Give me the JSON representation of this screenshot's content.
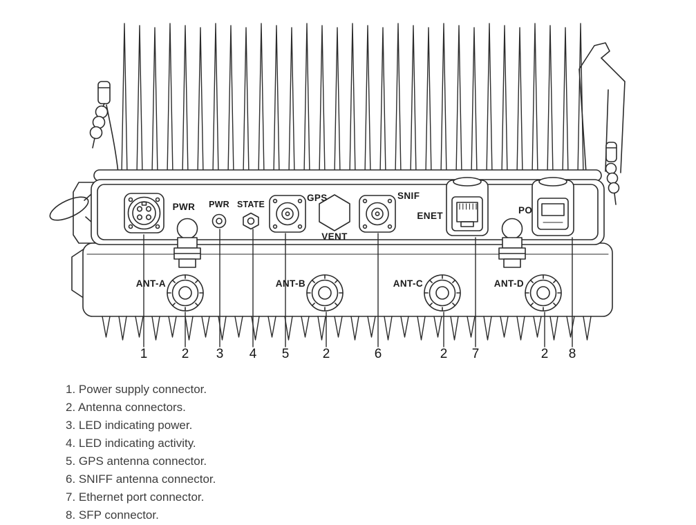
{
  "diagram": {
    "panel_labels": {
      "pwr": "PWR",
      "pwr_led": "PWR",
      "state_led": "STATE",
      "gps": "GPS",
      "vent": "VENT",
      "snif": "SNIF",
      "enet": "ENET",
      "po": "PO",
      "ant_a": "ANT-A",
      "ant_b": "ANT-B",
      "ant_c": "ANT-C",
      "ant_d": "ANT-D"
    },
    "callouts": [
      "1",
      "2",
      "3",
      "4",
      "5",
      "2",
      "6",
      "2",
      "7",
      "2",
      "8"
    ],
    "legend": [
      "1. Power supply connector.",
      "2. Antenna connectors.",
      "3. LED indicating power.",
      "4. LED indicating activity.",
      "5. GPS antenna connector.",
      "6. SNIFF antenna connector.",
      "7. Ethernet port connector.",
      "8. SFP connector."
    ]
  }
}
